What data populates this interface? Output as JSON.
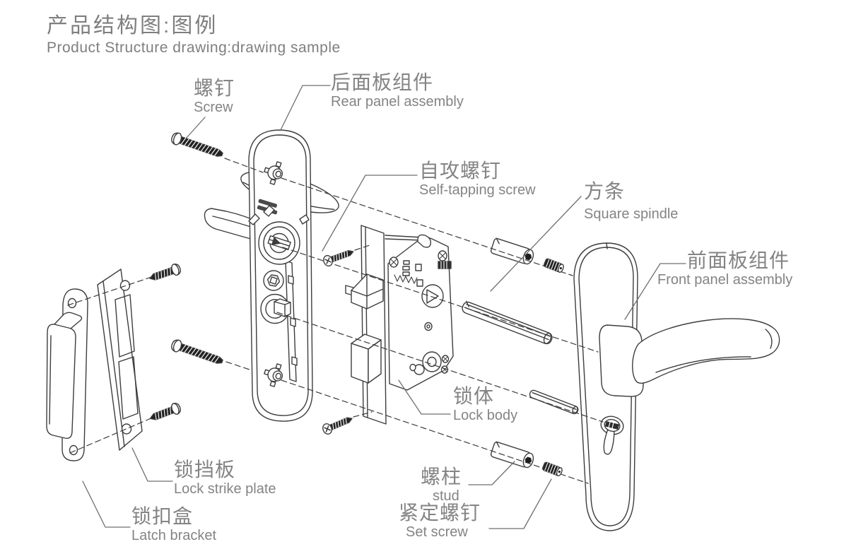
{
  "title": {
    "zh": "产品结构图:图例",
    "en": "Product Structure drawing:drawing sample"
  },
  "labels": {
    "screw": {
      "zh": "螺钉",
      "en": "Screw"
    },
    "rear_panel_assembly": {
      "zh": "后面板组件",
      "en": "Rear panel assembly"
    },
    "self_tapping_screw": {
      "zh": "自攻螺钉",
      "en": "Self-tapping screw"
    },
    "square_spindle": {
      "zh": "方条",
      "en": "Square spindle"
    },
    "front_panel_assembly": {
      "zh": "前面板组件",
      "en": "Front panel assembly"
    },
    "lock_body": {
      "zh": "锁体",
      "en": "Lock body"
    },
    "lock_strike_plate": {
      "zh": "锁挡板",
      "en": "Lock strike plate"
    },
    "latch_bracket": {
      "zh": "锁扣盒",
      "en": "Latch bracket"
    },
    "stud": {
      "zh": "螺柱",
      "en": "stud"
    },
    "set_screw": {
      "zh": "紧定螺钉",
      "en": "Set screw"
    }
  },
  "colors": {
    "line": "#3d3d3d",
    "dark_fill": "#232323",
    "leader_line": "#6f6f6f",
    "label_text": "#848484",
    "background": "#ffffff"
  }
}
